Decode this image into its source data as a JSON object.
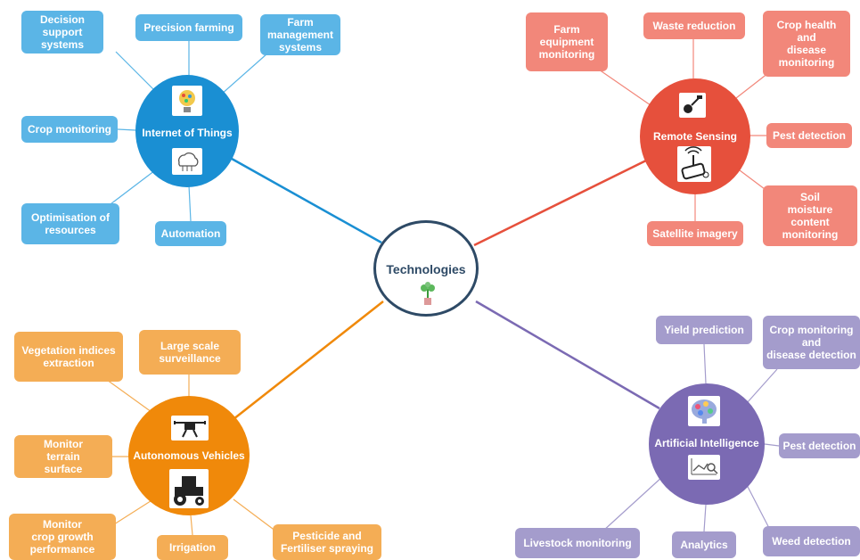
{
  "center": {
    "label": "Technologies",
    "icon": "plant-icon"
  },
  "iot": {
    "label": "Internet of Things",
    "color": "#1a8fd3",
    "items": [
      "Decision\nsupport\nsystems",
      "Precision farming",
      "Farm\nmanagement\nsystems",
      "Crop monitoring",
      "Optimisation of\nresources",
      "Automation"
    ]
  },
  "remote_sensing": {
    "label": "Remote Sensing",
    "color": "#e6503c",
    "items": [
      "Farm\nequipment\nmonitoring",
      "Waste reduction",
      "Crop  health\nand\ndisease\nmonitoring",
      "Pest detection",
      "Soil\nmoisture\ncontent\nmonitoring",
      "Satellite imagery"
    ]
  },
  "autonomous_vehicles": {
    "label": "Autonomous Vehicles",
    "color": "#f0890a",
    "items": [
      "Vegetation indices\nextraction",
      "Large scale\nsurveillance",
      "Monitor\nterrain\nsurface",
      "Monitor\ncrop growth\nperformance",
      "Irrigation",
      "Pesticide and\nFertiliser spraying"
    ]
  },
  "ai": {
    "label": "Artificial Intelligence",
    "color": "#7b6ab3",
    "items": [
      "Yield prediction",
      "Crop monitoring\nand\ndisease detection",
      "Pest detection",
      "Livestock monitoring",
      "Analytics",
      "Weed detection"
    ]
  }
}
